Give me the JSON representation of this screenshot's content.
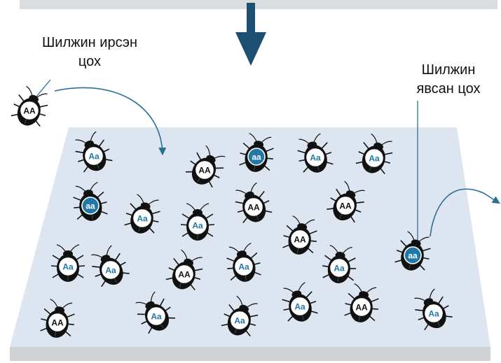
{
  "labels": {
    "immigrant_line1": "Шилжин ирсэн",
    "immigrant_line2": "цох",
    "emigrant_line1": "Шилжин",
    "emigrant_line2": "явсан цох"
  },
  "genotypes": {
    "AA": "AA",
    "Aa": "Aa",
    "aa": "aa"
  },
  "colors": {
    "plane": "#dde6f0",
    "plane_edge": "#cfd3d6",
    "top_bar": "#d8dde1",
    "arrow": "#1d4f73",
    "curve": "#2a6f94",
    "recessive": "#1f78a6",
    "text_blue": "#1f78a6",
    "beetle": "#111111"
  },
  "icons": [
    "beetle-icon",
    "down-arrow-icon",
    "curved-arrow-icon"
  ],
  "beetles": [
    {
      "id": "immigrant",
      "g": "AA"
    },
    {
      "id": "b01",
      "g": "Aa"
    },
    {
      "id": "b02",
      "g": "AA"
    },
    {
      "id": "b03",
      "g": "aa"
    },
    {
      "id": "b04",
      "g": "Aa"
    },
    {
      "id": "b05",
      "g": "Aa"
    },
    {
      "id": "b06",
      "g": "aa"
    },
    {
      "id": "b07",
      "g": "Aa"
    },
    {
      "id": "b08",
      "g": "Aa"
    },
    {
      "id": "b09",
      "g": "AA"
    },
    {
      "id": "b10",
      "g": "AA"
    },
    {
      "id": "b11",
      "g": "AA"
    },
    {
      "id": "b12",
      "g": "Aa"
    },
    {
      "id": "b13",
      "g": "Aa"
    },
    {
      "id": "b14",
      "g": "AA"
    },
    {
      "id": "b15",
      "g": "Aa"
    },
    {
      "id": "b16",
      "g": "Aa"
    },
    {
      "id": "b17",
      "g": "AA"
    },
    {
      "id": "b18",
      "g": "Aa"
    },
    {
      "id": "b19",
      "g": "Aa"
    },
    {
      "id": "b20",
      "g": "Aa"
    },
    {
      "id": "b21",
      "g": "AA"
    },
    {
      "id": "b22",
      "g": "Aa"
    },
    {
      "id": "emigrant",
      "g": "aa"
    }
  ]
}
